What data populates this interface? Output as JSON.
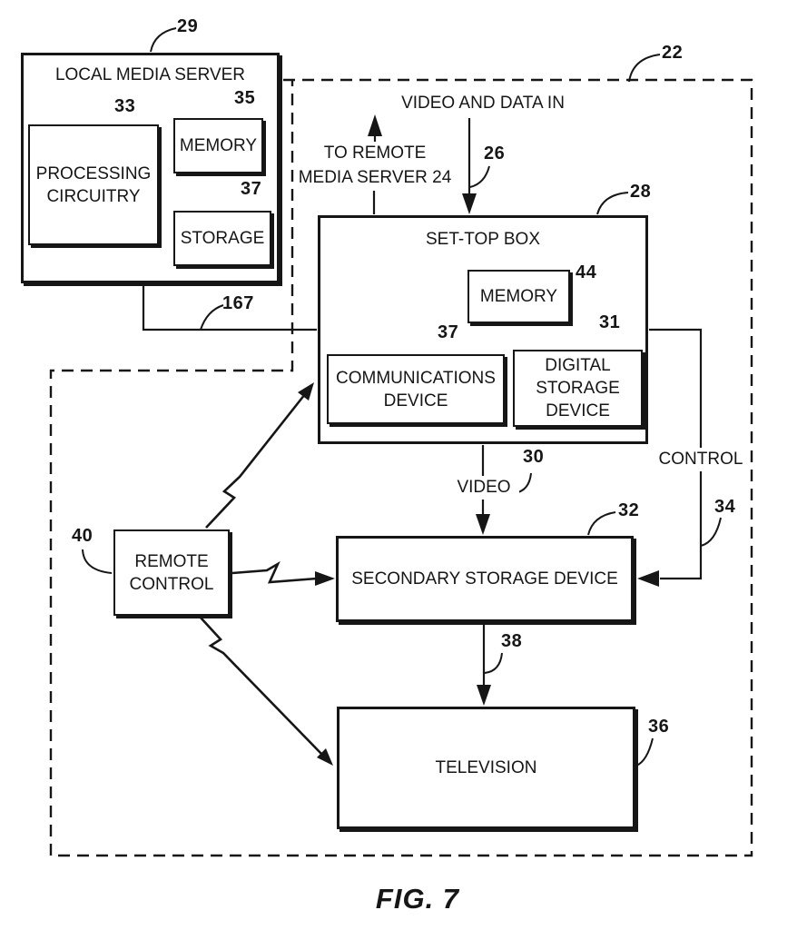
{
  "diagram": {
    "caption": "FIG. 7",
    "boxes": {
      "local_media_server": {
        "title": "LOCAL MEDIA SERVER",
        "ref": "29"
      },
      "processing_circuitry": {
        "line1": "PROCESSING",
        "line2": "CIRCUITRY",
        "ref": "33"
      },
      "memory_lms": {
        "title": "MEMORY",
        "ref": "35"
      },
      "storage_lms": {
        "title": "STORAGE",
        "ref": "37"
      },
      "set_top_box": {
        "title": "SET-TOP BOX",
        "ref": "28"
      },
      "memory_stb": {
        "title": "MEMORY",
        "ref": "44"
      },
      "communications_device": {
        "line1": "COMMUNICATIONS",
        "line2": "DEVICE",
        "ref": "37"
      },
      "digital_storage_device": {
        "line1": "DIGITAL",
        "line2": "STORAGE",
        "line3": "DEVICE",
        "ref": "31"
      },
      "secondary_storage_device": {
        "title": "SECONDARY STORAGE DEVICE",
        "ref": "32"
      },
      "television": {
        "title": "TELEVISION",
        "ref": "36"
      },
      "remote_control": {
        "line1": "REMOTE",
        "line2": "CONTROL",
        "ref": "40"
      }
    },
    "annotations": {
      "boundary_ref": "22",
      "video_and_data_in": "VIDEO AND DATA IN",
      "video_in_ref": "26",
      "to_remote_line1": "TO REMOTE",
      "to_remote_line2": "MEDIA SERVER 24",
      "lms_link_ref": "167",
      "video_label": "VIDEO",
      "video_ref": "30",
      "control_label": "CONTROL",
      "control_ref": "34",
      "tv_link_ref": "38"
    },
    "colors": {
      "ink": "#161616",
      "background": "#ffffff"
    }
  }
}
